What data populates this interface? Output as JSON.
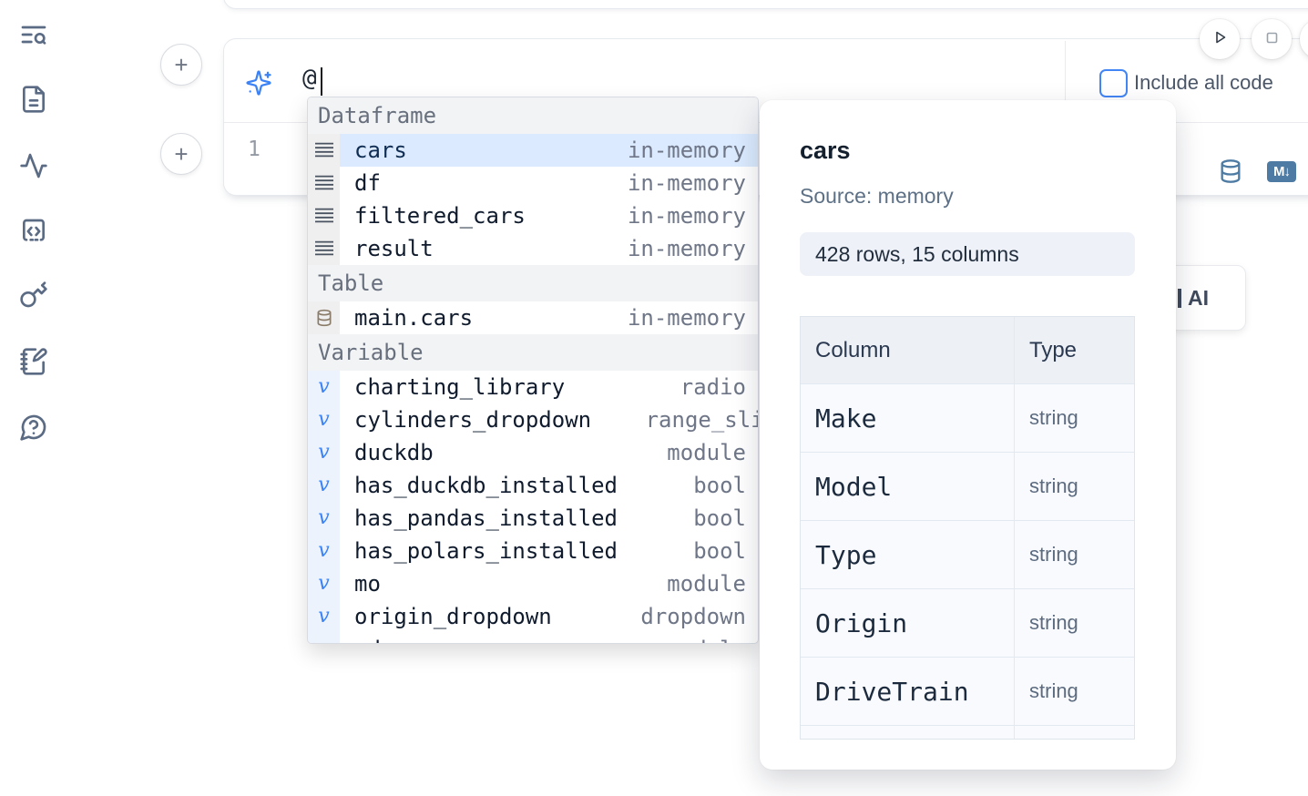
{
  "colors": {
    "accent_blue": "#3b82f6",
    "selection_bg": "#dbeafe",
    "steel_blue": "#4e7ba3",
    "table_icon_brown": "#8a7c69",
    "sidebar_icon": "#5b6b84",
    "checkbox_border": "#4285f4"
  },
  "sidebar": {
    "items": [
      {
        "icon": "list-search-icon"
      },
      {
        "icon": "file-document-icon"
      },
      {
        "icon": "activity-icon"
      },
      {
        "icon": "code-snippets-icon"
      },
      {
        "icon": "key-icon"
      },
      {
        "icon": "notebook-edit-icon"
      },
      {
        "icon": "help-chat-icon"
      }
    ]
  },
  "run_controls": {
    "buttons": [
      {
        "icon": "play-icon"
      },
      {
        "icon": "stop-icon"
      },
      {
        "icon": "partial-hidden-button"
      }
    ]
  },
  "ai_cell": {
    "add_button_glyph": "+",
    "prompt_value": "@",
    "include_all_code_label": "Include all code",
    "include_all_code_checked": false,
    "line_number": "1",
    "markdown_badge": "M↓"
  },
  "autocomplete": {
    "sections": {
      "dataframe": {
        "label": "Dataframe",
        "items": [
          {
            "name": "cars",
            "type": "in-memory",
            "selected": true
          },
          {
            "name": "df",
            "type": "in-memory"
          },
          {
            "name": "filtered_cars",
            "type": "in-memory"
          },
          {
            "name": "result",
            "type": "in-memory"
          }
        ]
      },
      "table": {
        "label": "Table",
        "items": [
          {
            "name": "main.cars",
            "type": "in-memory"
          }
        ]
      },
      "variable": {
        "label": "Variable",
        "items": [
          {
            "name": "charting_library",
            "type": "radio"
          },
          {
            "name": "cylinders_dropdown",
            "type": "range_slider"
          },
          {
            "name": "duckdb",
            "type": "module"
          },
          {
            "name": "has_duckdb_installed",
            "type": "bool"
          },
          {
            "name": "has_pandas_installed",
            "type": "bool"
          },
          {
            "name": "has_polars_installed",
            "type": "bool"
          },
          {
            "name": "mo",
            "type": "module"
          },
          {
            "name": "origin_dropdown",
            "type": "dropdown"
          },
          {
            "name": "pd",
            "type": "module"
          }
        ]
      }
    }
  },
  "preview": {
    "title": "cars",
    "source": "Source: memory",
    "shape": "428 rows, 15 columns",
    "table": {
      "headers": [
        "Column",
        "Type"
      ],
      "rows": [
        [
          "Make",
          "string"
        ],
        [
          "Model",
          "string"
        ],
        [
          "Type",
          "string"
        ],
        [
          "Origin",
          "string"
        ],
        [
          "DriveTrain",
          "string"
        ]
      ]
    }
  },
  "ai_button_fragment": {
    "label": "AI"
  }
}
